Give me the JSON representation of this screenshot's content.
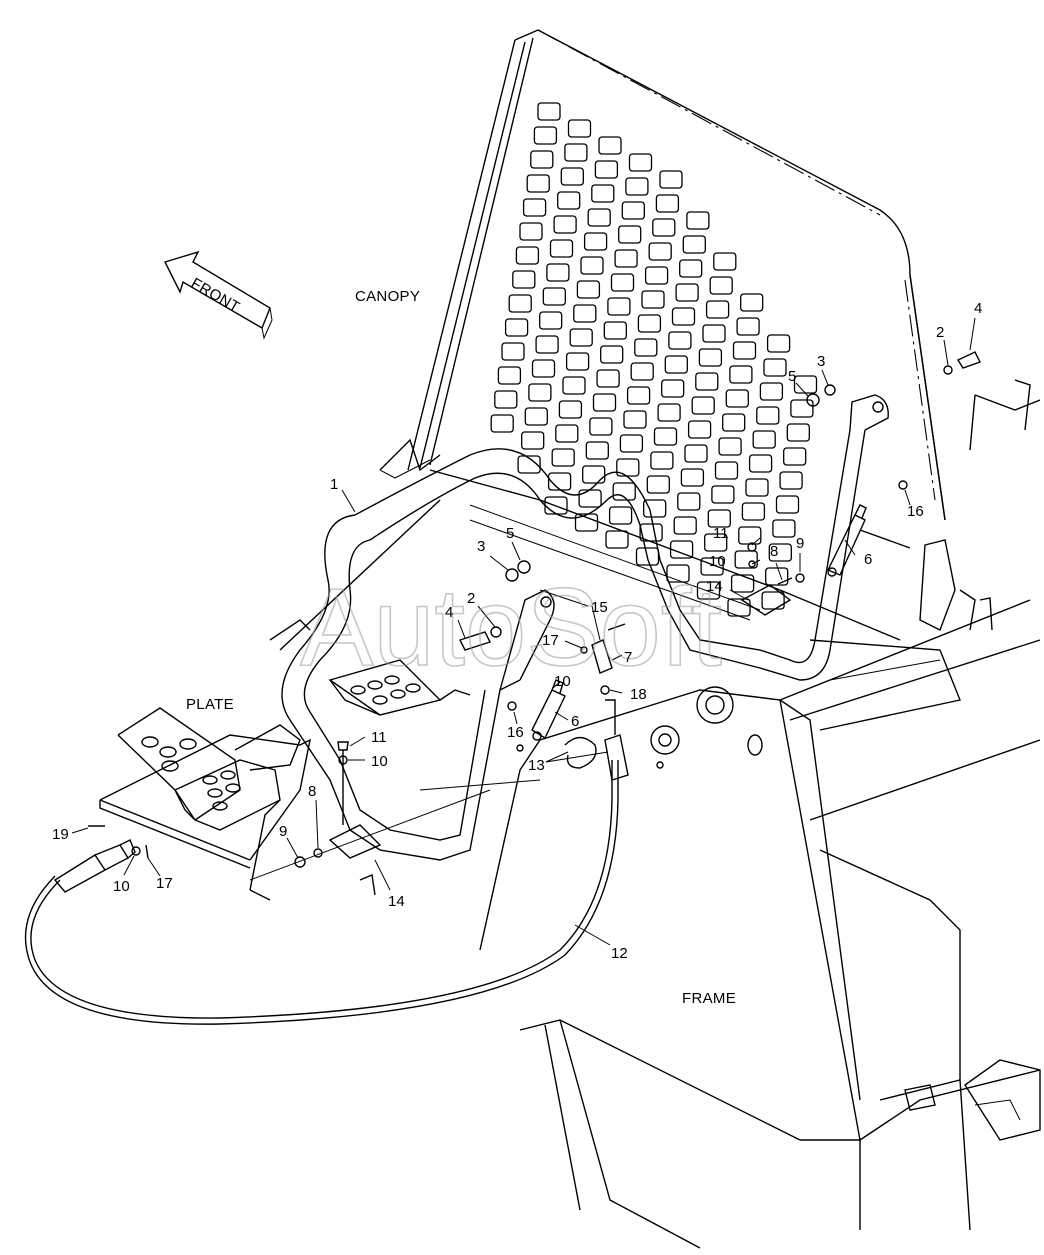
{
  "watermark": "AutoSoft",
  "region_labels": {
    "canopy": "CANOPY",
    "plate": "PLATE",
    "frame": "FRAME",
    "front": "FRONT"
  },
  "callouts": [
    "1",
    "2",
    "3",
    "4",
    "5",
    "6",
    "7",
    "8",
    "9",
    "10",
    "11",
    "12",
    "13",
    "14",
    "15",
    "16",
    "17",
    "18",
    "19"
  ]
}
